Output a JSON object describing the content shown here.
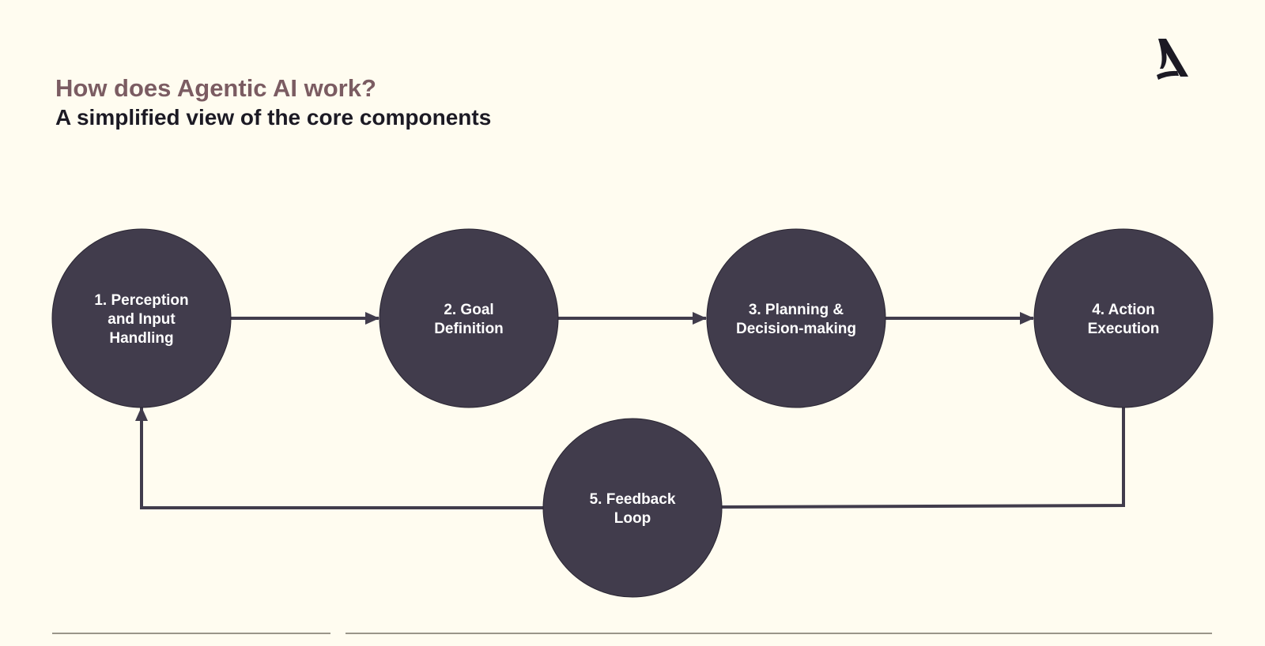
{
  "header": {
    "title": "How does Agentic AI work?",
    "subtitle": "A simplified view of the core components"
  },
  "logo": {
    "icon": "stylized-a-logo"
  },
  "colors": {
    "background": "#fffcf0",
    "title": "#7b5c62",
    "subtitle": "#1c1a24",
    "node_fill": "#413c4c",
    "connector": "#413c4c"
  },
  "nodes": [
    {
      "lines": [
        "1. Perception",
        "and Input",
        "Handling"
      ]
    },
    {
      "lines": [
        "2. Goal",
        "Definition"
      ]
    },
    {
      "lines": [
        "3. Planning &",
        "Decision-making"
      ]
    },
    {
      "lines": [
        "4. Action",
        "Execution"
      ]
    },
    {
      "lines": [
        "5. Feedback",
        "Loop"
      ]
    }
  ]
}
